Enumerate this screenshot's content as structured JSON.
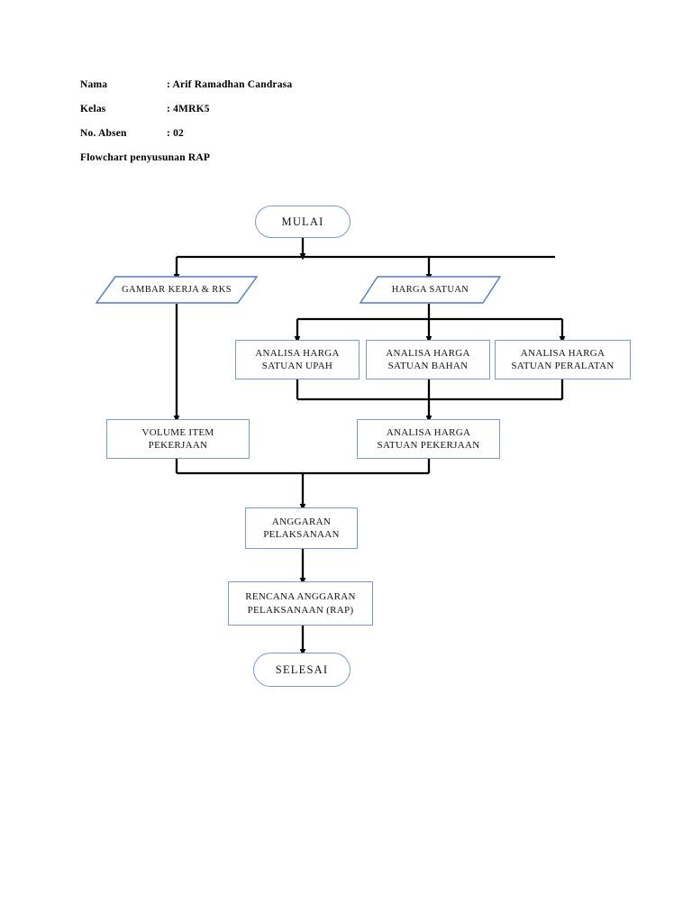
{
  "header": {
    "fields": [
      {
        "label": "Nama",
        "value": ": Arif Ramadhan Candrasa"
      },
      {
        "label": "Kelas",
        "value": ": 4MRK5"
      },
      {
        "label": "No. Absen",
        "value": ": 02"
      }
    ],
    "doc_title": "Flowchart penyusunan RAP"
  },
  "flowchart": {
    "title": "Flowchart penyusunan RAP",
    "type": "flowchart",
    "node_border_color": "#7B9BC8",
    "connector_color": "#000000",
    "nodes": [
      {
        "id": "mulai",
        "shape": "terminator",
        "label": "MULAI"
      },
      {
        "id": "gambar",
        "shape": "parallelogram",
        "label": "GAMBAR KERJA & RKS"
      },
      {
        "id": "harga",
        "shape": "parallelogram",
        "label": "HARGA SATUAN"
      },
      {
        "id": "upah",
        "shape": "process",
        "label": "ANALISA HARGA\nSATUAN UPAH"
      },
      {
        "id": "bahan",
        "shape": "process",
        "label": "ANALISA HARGA\nSATUAN BAHAN"
      },
      {
        "id": "peralatan",
        "shape": "process",
        "label": "ANALISA HARGA\nSATUAN PERALATAN"
      },
      {
        "id": "volume",
        "shape": "process",
        "label": "VOLUME ITEM\nPEKERJAAN"
      },
      {
        "id": "ahsp",
        "shape": "process",
        "label": "ANALISA HARGA\nSATUAN PEKERJAAN"
      },
      {
        "id": "anggaran",
        "shape": "process",
        "label": "ANGGARAN\nPELAKSANAAN"
      },
      {
        "id": "rap",
        "shape": "process",
        "label": "RENCANA ANGGARAN\nPELAKSANAAN (RAP)"
      },
      {
        "id": "selesai",
        "shape": "terminator",
        "label": "SELESAI"
      }
    ],
    "edges": [
      {
        "from": "mulai",
        "to": "gambar"
      },
      {
        "from": "mulai",
        "to": "harga"
      },
      {
        "from": "harga",
        "to": "upah"
      },
      {
        "from": "harga",
        "to": "bahan"
      },
      {
        "from": "harga",
        "to": "peralatan"
      },
      {
        "from": "upah",
        "to": "ahsp"
      },
      {
        "from": "bahan",
        "to": "ahsp"
      },
      {
        "from": "peralatan",
        "to": "ahsp"
      },
      {
        "from": "gambar",
        "to": "volume"
      },
      {
        "from": "volume",
        "to": "anggaran"
      },
      {
        "from": "ahsp",
        "to": "anggaran"
      },
      {
        "from": "anggaran",
        "to": "rap"
      },
      {
        "from": "rap",
        "to": "selesai"
      }
    ]
  }
}
